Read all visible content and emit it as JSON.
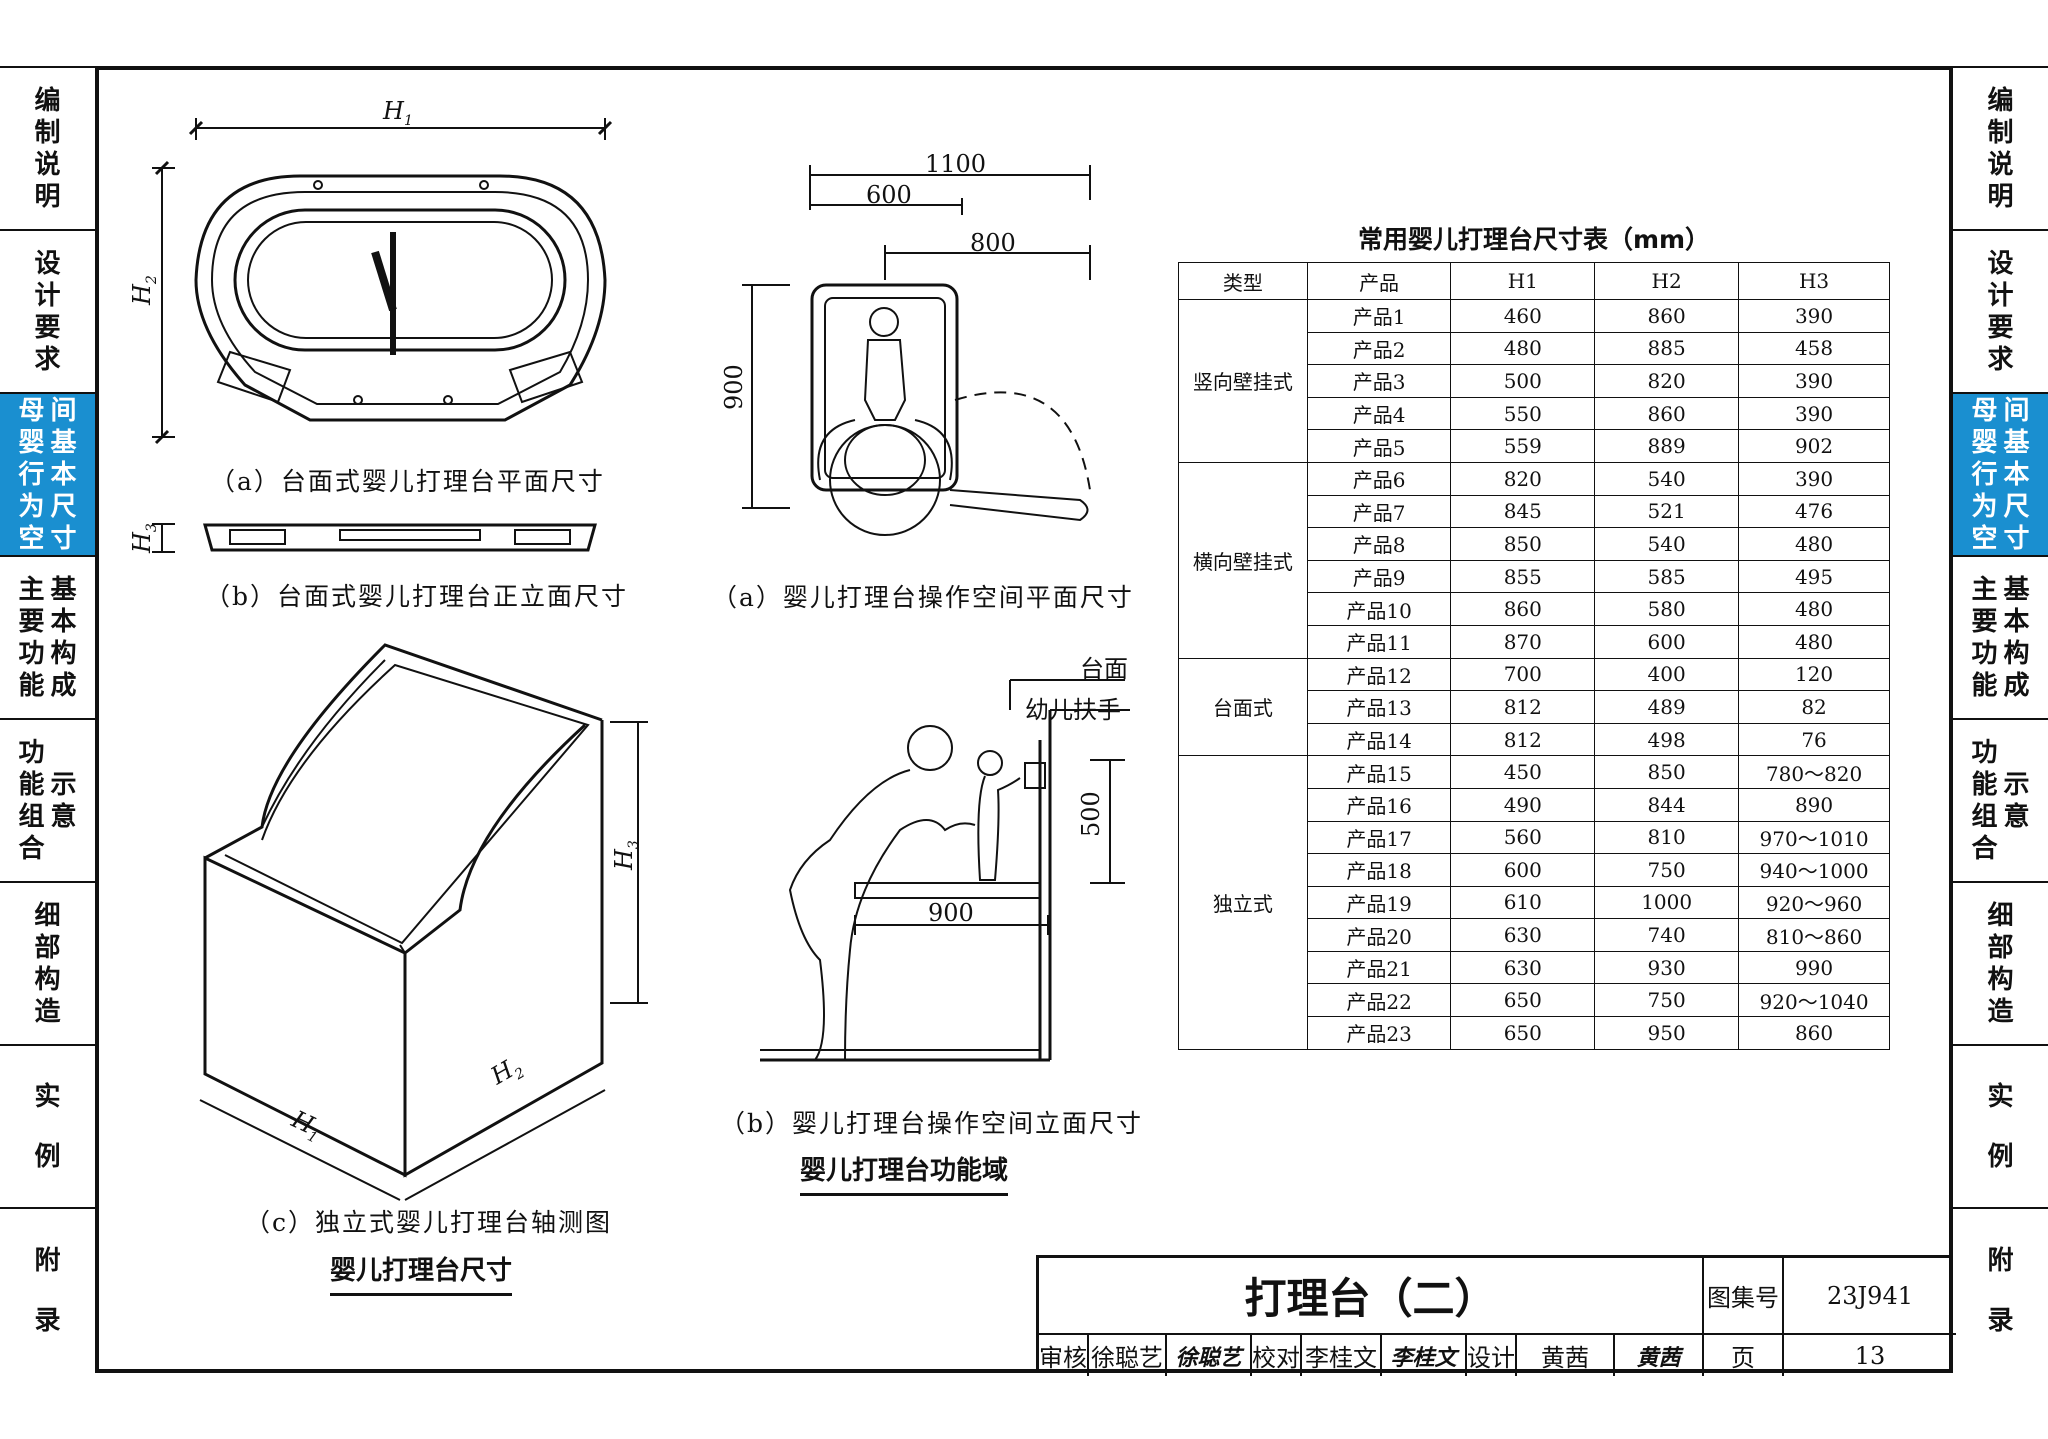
{
  "sidebar": [
    {
      "lines": [
        "编",
        "制",
        "说",
        "明"
      ]
    },
    {
      "lines": [
        "设",
        "计",
        "要",
        "求"
      ]
    },
    {
      "cols": [
        [
          "母",
          "婴",
          "行",
          "为",
          "空"
        ],
        [
          "间",
          "基",
          "本",
          "尺",
          "寸"
        ]
      ],
      "active": true
    },
    {
      "cols": [
        [
          "主",
          "要",
          "功",
          "能"
        ],
        [
          "基",
          "本",
          "构",
          "成"
        ]
      ]
    },
    {
      "cols": [
        [
          "功",
          "能",
          "组",
          "合"
        ],
        [
          "示",
          "意"
        ]
      ]
    },
    {
      "lines": [
        "细",
        "部",
        "构",
        "造"
      ]
    },
    {
      "lines": [
        "实",
        "例"
      ]
    },
    {
      "lines": [
        "附",
        "录"
      ]
    }
  ],
  "figures": {
    "plan_caption": "（a）台面式婴儿打理台平面尺寸",
    "elev_caption": "（b）台面式婴儿打理台正立面尺寸",
    "axon_caption": "（c）独立式婴儿打理台轴测图",
    "left_title": "婴儿打理台尺寸",
    "space_plan_caption": "（a）婴儿打理台操作空间平面尺寸",
    "space_elev_caption": "（b）婴儿打理台操作空间立面尺寸",
    "middle_title": "婴儿打理台功能域",
    "dims": {
      "d1100": "1100",
      "d600": "600",
      "d800": "800",
      "d900v": "900",
      "d500": "500",
      "d900h": "900"
    },
    "labels": {
      "countertop": "台面",
      "handrail": "幼儿扶手",
      "h1": "H",
      "h2": "H",
      "h3": "H",
      "sub1": "1",
      "sub2": "2",
      "sub3": "3"
    }
  },
  "table": {
    "title": "常用婴儿打理台尺寸表（mm）",
    "headers": [
      "类型",
      "产品",
      "H1",
      "H2",
      "H3"
    ],
    "groups": [
      {
        "type": "竖向壁挂式",
        "rows": [
          [
            "产品1",
            "460",
            "860",
            "390"
          ],
          [
            "产品2",
            "480",
            "885",
            "458"
          ],
          [
            "产品3",
            "500",
            "820",
            "390"
          ],
          [
            "产品4",
            "550",
            "860",
            "390"
          ],
          [
            "产品5",
            "559",
            "889",
            "902"
          ]
        ]
      },
      {
        "type": "横向壁挂式",
        "rows": [
          [
            "产品6",
            "820",
            "540",
            "390"
          ],
          [
            "产品7",
            "845",
            "521",
            "476"
          ],
          [
            "产品8",
            "850",
            "540",
            "480"
          ],
          [
            "产品9",
            "855",
            "585",
            "495"
          ],
          [
            "产品10",
            "860",
            "580",
            "480"
          ],
          [
            "产品11",
            "870",
            "600",
            "480"
          ]
        ]
      },
      {
        "type": "台面式",
        "rows": [
          [
            "产品12",
            "700",
            "400",
            "120"
          ],
          [
            "产品13",
            "812",
            "489",
            "82"
          ],
          [
            "产品14",
            "812",
            "498",
            "76"
          ]
        ]
      },
      {
        "type": "独立式",
        "rows": [
          [
            "产品15",
            "450",
            "850",
            "780～820"
          ],
          [
            "产品16",
            "490",
            "844",
            "890"
          ],
          [
            "产品17",
            "560",
            "810",
            "970～1010"
          ],
          [
            "产品18",
            "600",
            "750",
            "940～1000"
          ],
          [
            "产品19",
            "610",
            "1000",
            "920～960"
          ],
          [
            "产品20",
            "630",
            "740",
            "810～860"
          ],
          [
            "产品21",
            "630",
            "930",
            "990"
          ],
          [
            "产品22",
            "650",
            "750",
            "920～1040"
          ],
          [
            "产品23",
            "650",
            "950",
            "860"
          ]
        ]
      }
    ]
  },
  "titleblock": {
    "title": "打理台（二）",
    "atlas_label": "图集号",
    "atlas_no": "23J941",
    "review_label": "审核",
    "reviewer": "徐聪艺",
    "reviewer_sig": "徐聪艺",
    "check_label": "校对",
    "checker": "李桂文",
    "checker_sig": "李桂文",
    "design_label": "设计",
    "designer": "黄茜",
    "designer_sig": "黄茜",
    "page_label": "页",
    "page_no": "13"
  }
}
